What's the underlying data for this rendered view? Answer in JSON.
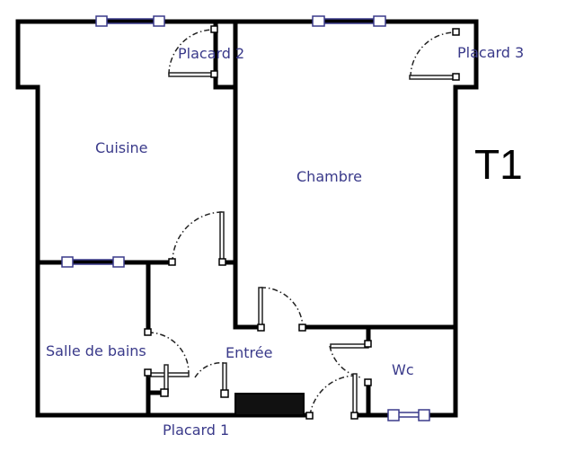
{
  "plan": {
    "title": "T1",
    "rooms": [
      {
        "id": "cuisine",
        "label": "Cuisine"
      },
      {
        "id": "chambre",
        "label": "Chambre"
      },
      {
        "id": "placard2",
        "label": "Placard 2"
      },
      {
        "id": "placard3",
        "label": "Placard 3"
      },
      {
        "id": "salle_de_bains",
        "label": "Salle de bains"
      },
      {
        "id": "entree",
        "label": "Entrée"
      },
      {
        "id": "wc",
        "label": "Wc"
      },
      {
        "id": "placard1",
        "label": "Placard 1"
      }
    ],
    "colors": {
      "wall": "#000000",
      "window": "#3a3a8a",
      "label": "#3a3a8a",
      "door_swing": "#222222"
    }
  }
}
